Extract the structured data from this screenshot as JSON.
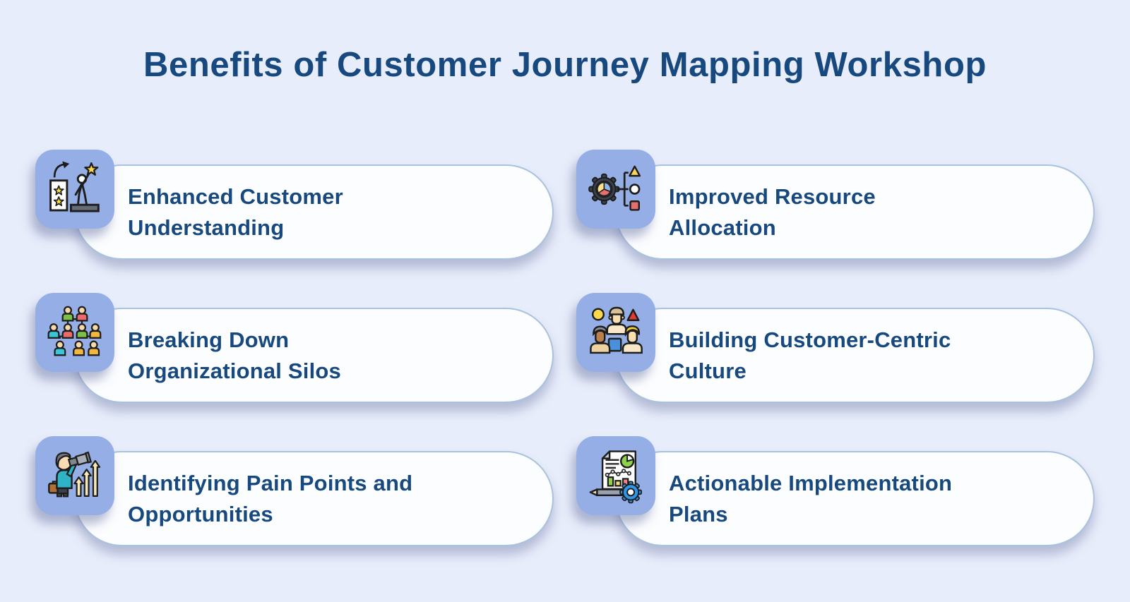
{
  "header": {
    "title": "Benefits of Customer Journey Mapping Workshop"
  },
  "colors": {
    "background": "#e8edfb",
    "tile": "#95afe6",
    "card_bg": "#fcfdff",
    "card_border": "#a9c2dd",
    "text_navy": "#17497e",
    "icon_yellow": "#fbd94b",
    "icon_red": "#e4706d",
    "icon_green": "#7cc146",
    "icon_blue": "#4a90dd",
    "icon_cyan": "#39c7d8",
    "icon_teal": "#2fb3c6"
  },
  "cards": [
    {
      "label": "Enhanced Customer Understanding",
      "lines": [
        "Enhanced Customer",
        "Understanding"
      ],
      "icon": "achievement-icon"
    },
    {
      "label": "Improved Resource Allocation",
      "lines": [
        "Improved Resource",
        "Allocation"
      ],
      "icon": "resource-allocation-icon"
    },
    {
      "label": "Breaking Down Organizational Silos",
      "lines": [
        "Breaking Down",
        "Organizational Silos"
      ],
      "icon": "org-chart-icon"
    },
    {
      "label": "Building Customer-Centric Culture",
      "lines": [
        "Building Customer-Centric",
        "Culture"
      ],
      "icon": "people-group-icon"
    },
    {
      "label": "Identifying Pain Points and Opportunities",
      "lines": [
        "Identifying Pain Points and",
        "Opportunities"
      ],
      "icon": "binoculars-person-icon"
    },
    {
      "label": "Actionable Implementation Plans",
      "lines": [
        "Actionable Implementation",
        "Plans"
      ],
      "icon": "implementation-plan-icon"
    }
  ]
}
